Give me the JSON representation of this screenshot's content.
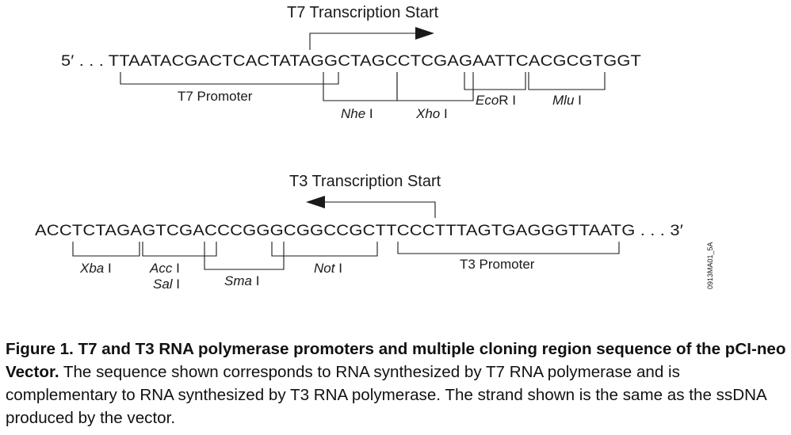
{
  "diagram": {
    "t7": {
      "heading": "T7 Transcription Start",
      "sequence_prefix": "5′ . . . ",
      "sequence": "TTAATACGACTCACTATAGGCTAGCCTCGAGAATTCACGCGTGGT",
      "promoter_label": "T7 Promoter",
      "sites": [
        {
          "italic": "Nhe",
          "suffix": " I"
        },
        {
          "italic": "Xho",
          "suffix": " I"
        },
        {
          "italic": "Eco",
          "suffix": "R I"
        },
        {
          "italic": "Mlu",
          "suffix": " I"
        }
      ]
    },
    "t3": {
      "heading": "T3 Transcription Start",
      "sequence": "ACCTCTAGAGTCGACCCGGGCGGCCGCTTCCCTTTAGTGAGGGTTAATG",
      "sequence_suffix": " . . . 3′",
      "promoter_label": "T3 Promoter",
      "sites": [
        {
          "italic": "Xba",
          "suffix": " I"
        },
        {
          "italic": "Acc",
          "suffix": " I"
        },
        {
          "italic": "Sal",
          "suffix": " I"
        },
        {
          "italic": "Sma",
          "suffix": " I"
        },
        {
          "italic": "Not",
          "suffix": " I"
        }
      ]
    },
    "figure_code": "0913MA01_5A"
  },
  "caption": {
    "bold": "Figure 1. T7 and T3 RNA polymerase promoters and multiple cloning region sequence of the pCI-neo Vector.",
    "text": " The sequence shown corresponds to RNA synthesized by T7 RNA polymerase and is complementary to RNA synthesized by T3 RNA polymerase. The strand shown is the same as the ssDNA produced by the vector."
  }
}
